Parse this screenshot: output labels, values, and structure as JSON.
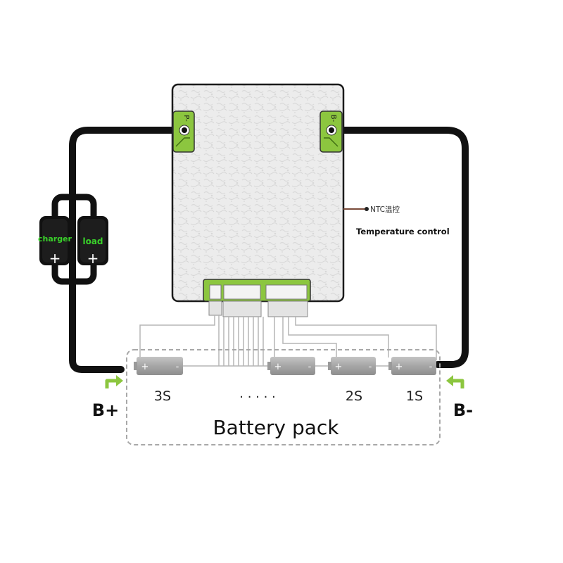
{
  "pads": {
    "p_minus": "P-",
    "b_minus": "B-"
  },
  "ntc": {
    "label": "NTC温控",
    "caption": "Temperature control"
  },
  "devices": {
    "charger": "charger",
    "load": "load",
    "plus": "+"
  },
  "cells": {
    "labels": [
      "3S",
      "2S",
      "1S"
    ],
    "ellipsis": ". . . . .",
    "plus": "+",
    "minus": "-"
  },
  "terminals": {
    "b_plus": "B+",
    "b_minus": "B-"
  },
  "pack": {
    "label": "Battery pack"
  },
  "colors": {
    "wire": "#111111",
    "pad_green": "#8cc63f",
    "device_green": "#39d12a",
    "arrow_green": "#8cc63f",
    "board": "#e9e9e9",
    "cell": "#a9a9a9",
    "sense_wire": "#b5b5b5",
    "dashed": "#a8a8a8"
  }
}
